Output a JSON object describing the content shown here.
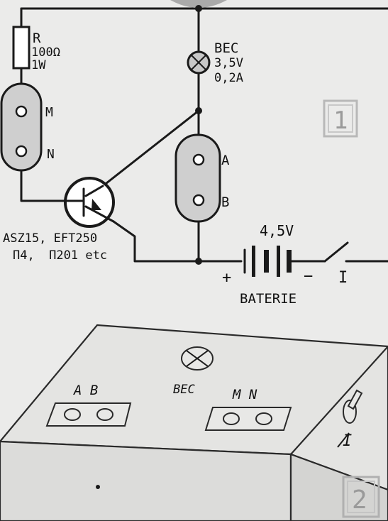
{
  "schematic": {
    "resistor": {
      "name": "R",
      "value": "100Ω",
      "power": "1W"
    },
    "probe_mn": {
      "top": "M",
      "bottom": "N"
    },
    "lamp": {
      "name": "BEC",
      "voltage": "3,5V",
      "current": "0,2A"
    },
    "socket_ab": {
      "top": "A",
      "bottom": "B"
    },
    "transistor": {
      "line1": "ASZ15, EFT250",
      "line2": "Π4,  Π201 etc"
    },
    "battery": {
      "voltage": "4,5V",
      "plus": "+",
      "minus": "−",
      "name": "BATERIE"
    },
    "switch": {
      "label": "I"
    },
    "figure_number": "1"
  },
  "box": {
    "socket_ab_label": "A  B",
    "lamp_label": "BEC",
    "socket_mn_label": "M  N",
    "switch_label": "I",
    "figure_number": "2"
  }
}
